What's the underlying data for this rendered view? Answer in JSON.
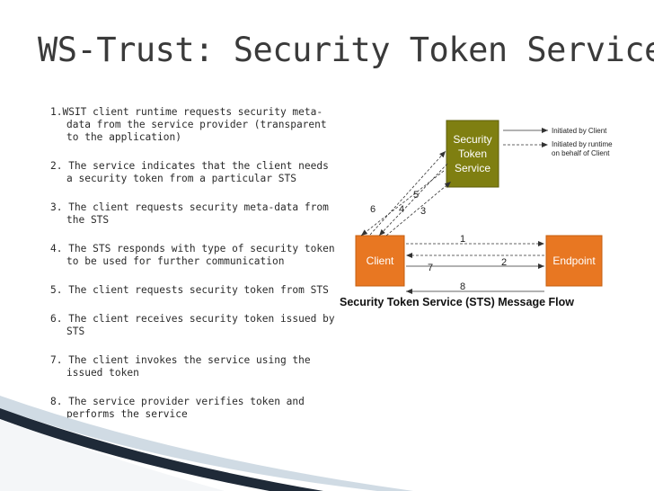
{
  "title": "WS-Trust: Security Token Service",
  "steps": [
    "1.WSIT client runtime requests security meta-data from the service provider (transparent to the application)",
    "2. The service indicates that the client needs a security token from a particular STS",
    "3. The client requests security meta-data from the STS",
    "4. The STS responds with type of security token to be used for further communication",
    "5. The client requests security token from STS",
    "6. The client receives security token issued by STS",
    "7. The client invokes the service using the issued token",
    "8. The service provider verifies token and performs the service"
  ],
  "diagram": {
    "sts_line1": "Security",
    "sts_line2": "Token",
    "sts_line3": "Service",
    "client_label": "Client",
    "endpoint_label": "Endpoint",
    "legend_client": "Initiated by Client",
    "legend_runtime_line1": "Initiated by runtime",
    "legend_runtime_line2": "on behalf of Client",
    "caption": "Security Token Service (STS) Message Flow",
    "arrow_labels": [
      "1",
      "2",
      "3",
      "4",
      "5",
      "6",
      "7",
      "8"
    ],
    "colors": {
      "sts_box": "#7f7f11",
      "client_box": "#e87722",
      "endpoint_box": "#e87722",
      "arrow": "#333333"
    }
  }
}
